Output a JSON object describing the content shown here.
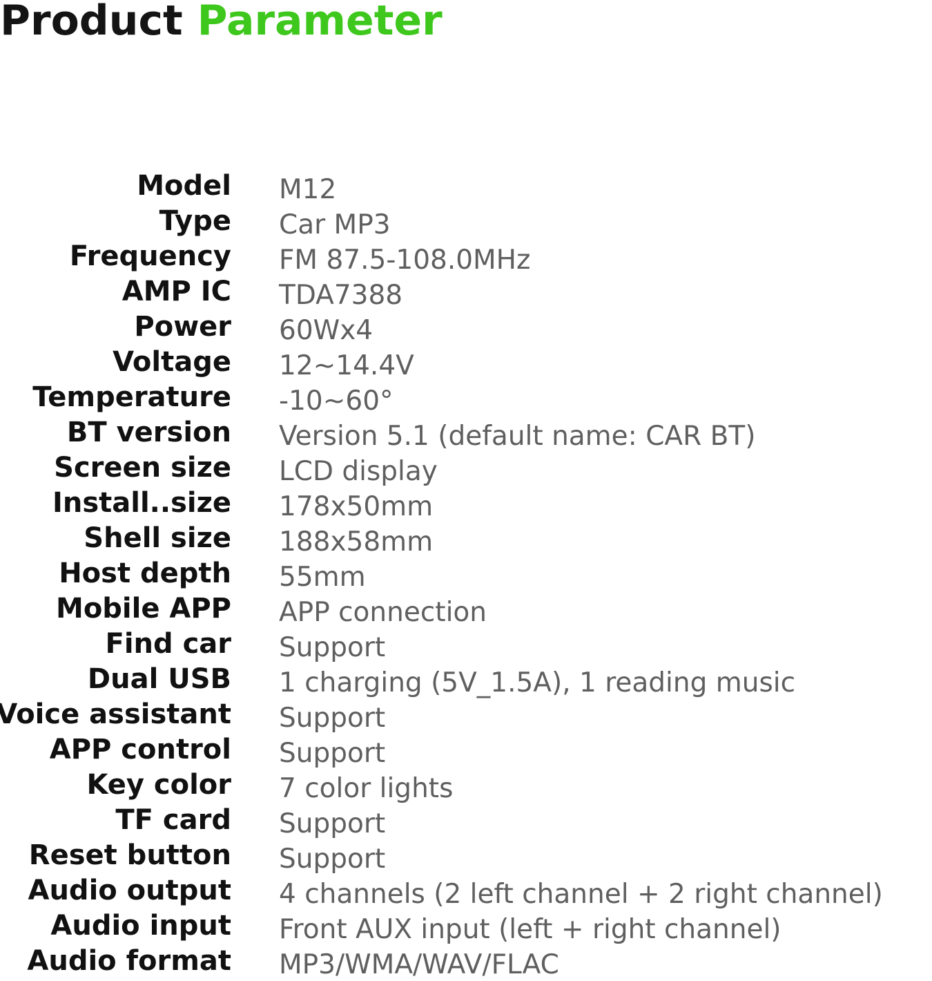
{
  "header": {
    "title_part1": "Product",
    "title_part2": "Parameter",
    "accent_color": "#3ec71c"
  },
  "specs": [
    {
      "label": "Model",
      "value": "M12"
    },
    {
      "label": "Type",
      "value": "Car MP3"
    },
    {
      "label": "Frequency",
      "value": "FM 87.5-108.0MHz"
    },
    {
      "label": "AMP IC",
      "value": "TDA7388"
    },
    {
      "label": "Power",
      "value": "60Wx4"
    },
    {
      "label": "Voltage",
      "value": "12~14.4V"
    },
    {
      "label": "Temperature",
      "value": "-10~60°"
    },
    {
      "label": "BT version",
      "value": "Version 5.1 (default name: CAR BT)"
    },
    {
      "label": "Screen size",
      "value": "LCD display"
    },
    {
      "label": "Install..size",
      "value": "178x50mm"
    },
    {
      "label": "Shell size",
      "value": "188x58mm"
    },
    {
      "label": "Host depth",
      "value": "55mm"
    },
    {
      "label": "Mobile APP",
      "value": "APP connection"
    },
    {
      "label": "Find car",
      "value": "Support"
    },
    {
      "label": "Dual USB",
      "value": "1 charging (5V_1.5A), 1 reading music"
    },
    {
      "label": "Voice assistant",
      "value": "Support"
    },
    {
      "label": "APP control",
      "value": "Support"
    },
    {
      "label": "Key color",
      "value": "7 color lights"
    },
    {
      "label": "TF card",
      "value": "Support"
    },
    {
      "label": "Reset button",
      "value": "Support"
    },
    {
      "label": "Audio output",
      "value": "4 channels (2 left channel + 2 right channel)"
    },
    {
      "label": "Audio input",
      "value": "Front AUX input (left + right channel)"
    },
    {
      "label": "Audio format",
      "value": "MP3/WMA/WAV/FLAC"
    }
  ]
}
